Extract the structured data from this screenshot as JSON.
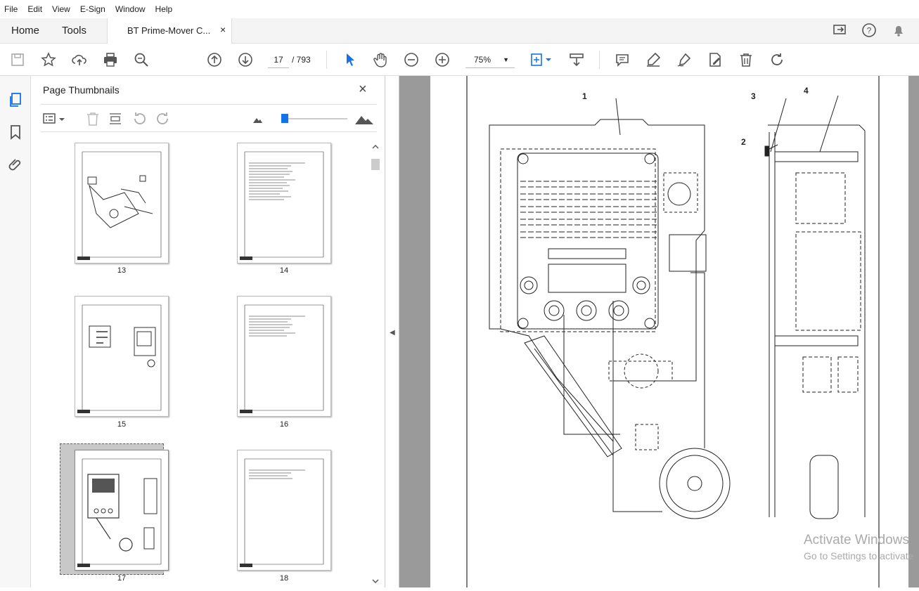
{
  "menu": [
    "File",
    "Edit",
    "View",
    "E-Sign",
    "Window",
    "Help"
  ],
  "tabs": {
    "home": "Home",
    "tools": "Tools",
    "document": "BT Prime-Mover C...",
    "close": "×"
  },
  "toolbar": {
    "page_current": "17",
    "page_total": "/ 793",
    "zoom": "75%",
    "zoom_dd": "▼"
  },
  "panel": {
    "title": "Page Thumbnails",
    "close": "×"
  },
  "thumbnails": [
    {
      "label": "13"
    },
    {
      "label": "14"
    },
    {
      "label": "15"
    },
    {
      "label": "16"
    },
    {
      "label": "17"
    },
    {
      "label": "18"
    }
  ],
  "collapse_arrow": "◀",
  "callouts": [
    "1",
    "2",
    "3",
    "4"
  ],
  "watermark": {
    "line1": "Activate Windows",
    "line2": "Go to Settings to activate"
  },
  "icons": [
    "save-icon",
    "star-icon",
    "upload-icon",
    "print-icon",
    "search-zoom-icon",
    "page-up-icon",
    "page-down-icon",
    "select-arrow-icon",
    "hand-icon",
    "zoom-out-icon",
    "zoom-in-icon",
    "fit-page-icon",
    "scroll-mode-icon",
    "comment-icon",
    "highlight-icon",
    "sign-icon",
    "edit-icon",
    "delete-icon",
    "rotate-icon"
  ]
}
